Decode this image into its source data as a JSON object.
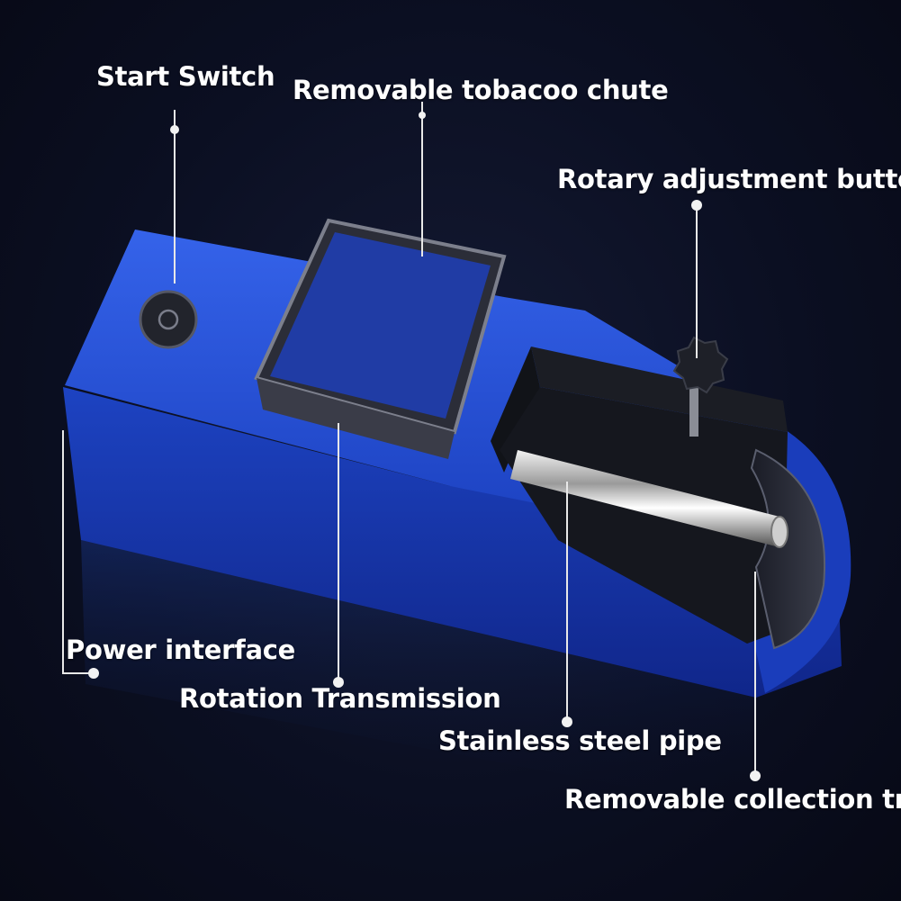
{
  "labels": {
    "start_switch": "Start Switch",
    "tobacco_chute": "Removable tobacoo chute",
    "rotary_button": "Rotary adjustment button",
    "power_interface": "Power interface",
    "rotation_transmission": "Rotation Transmission",
    "steel_pipe": "Stainless steel pipe",
    "collection_tray": "Removable collection tray"
  },
  "colors": {
    "background": "#0b0f22",
    "body_blue": "#1f45c9",
    "body_blue_dark": "#102a8a",
    "label_text": "#ffffff",
    "leader_line": "#e8e8e8"
  }
}
